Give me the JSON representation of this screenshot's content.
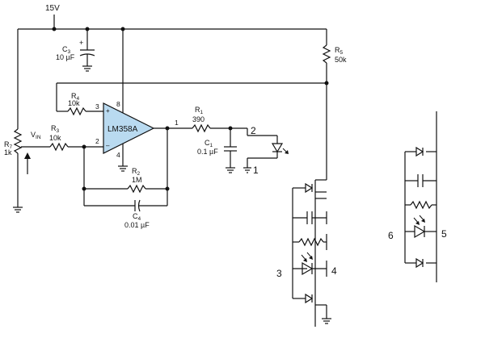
{
  "supply": {
    "label": "15V"
  },
  "opamp": {
    "label": "LM358A",
    "pins": {
      "p8": "8",
      "p3": "3",
      "p2": "2",
      "p4": "4",
      "p1": "1"
    },
    "plus": "+",
    "minus": "–"
  },
  "components": {
    "c3": {
      "name": "C",
      "sub": "3",
      "value": "10 µF",
      "polarity": "+"
    },
    "r5": {
      "name": "R",
      "sub": "5",
      "value": "50k"
    },
    "r4": {
      "name": "R",
      "sub": "4",
      "value": "10k"
    },
    "r1": {
      "name": "R",
      "sub": "1",
      "value": "390"
    },
    "c1": {
      "name": "C",
      "sub": "1",
      "value": "0.1 µF"
    },
    "r7": {
      "name": "R",
      "sub": "7",
      "value": "1k"
    },
    "vin": {
      "name": "V",
      "sub": "IN"
    },
    "r3": {
      "name": "R",
      "sub": "3",
      "value": "10k"
    },
    "r2": {
      "name": "R",
      "sub": "2",
      "value": "1M"
    },
    "c4": {
      "name": "C",
      "sub": "4",
      "value": "0.01 µF"
    }
  },
  "markers": {
    "m1": "1",
    "m2": "2",
    "m3": "3",
    "m4": "4",
    "m5": "5",
    "m6": "6"
  }
}
